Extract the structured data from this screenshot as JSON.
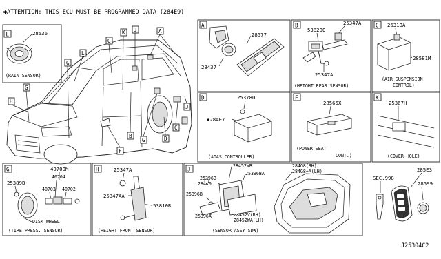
{
  "header": {
    "attention": "✱ATTENTION: THIS ECU MUST BE PROGRAMMED DATA (284E9)"
  },
  "vehicle_tags": {
    "L_top": "L",
    "K": "K",
    "J_top": "J",
    "A_top": "A",
    "G_roof": "G",
    "L_mid": "L",
    "G_left": "G",
    "H_left": "H",
    "G_front": "G",
    "F": "F",
    "B": "B",
    "G_bottom": "G",
    "D": "D",
    "C": "C",
    "J_right": "J"
  },
  "sections": {
    "L": {
      "tag": "L",
      "parts": [
        "28536"
      ],
      "caption": "(RAIN SENSOR)"
    },
    "A": {
      "tag": "A",
      "parts": [
        "28577",
        "28437"
      ]
    },
    "B": {
      "tag": "B",
      "parts": [
        "53820Q",
        "25347A",
        "25347A"
      ],
      "caption": "(HEIGHT REAR SENSOR)"
    },
    "C": {
      "tag": "C",
      "parts": [
        "26310A",
        "28581M"
      ],
      "caption_line1": "(AIR SUSPENSION",
      "caption_line2": "CONTROL)"
    },
    "D": {
      "tag": "D",
      "parts": [
        "25378D",
        "✱284E7"
      ],
      "caption": "(ADAS CONTROLLER)"
    },
    "F": {
      "tag": "F",
      "parts": [
        "28565X"
      ],
      "caption_line1": "(POWER SEAT",
      "caption_line2": "CONT.)"
    },
    "K": {
      "tag": "K",
      "parts": [
        "25367H"
      ],
      "caption": "(COVER-HOLE)"
    },
    "G": {
      "tag": "G",
      "parts": [
        "40700M",
        "25389B",
        "40704",
        "40703",
        "40702"
      ],
      "disk_wheel": "DISK WHEEL",
      "caption": "(TIRE PRESS. SENSOR)"
    },
    "H": {
      "tag": "H",
      "parts": [
        "25347A",
        "25347AA",
        "53810R"
      ],
      "caption": "(HEIGHT FRONT SENSOR)"
    },
    "J": {
      "tag": "J",
      "parts": [
        "28452WB",
        "25396B",
        "25396BA",
        "284K0",
        "25396B",
        "25396A",
        "28452V(RH)",
        "28452WA(LH)",
        "284G8(RH)",
        "284G8+A(LH)"
      ],
      "caption": "(SENSOR ASSY SDW)"
    },
    "key": {
      "parts": [
        "SEC.998",
        "285E3",
        "28599"
      ]
    }
  },
  "footer": {
    "diagram_id": "J25304C2"
  }
}
